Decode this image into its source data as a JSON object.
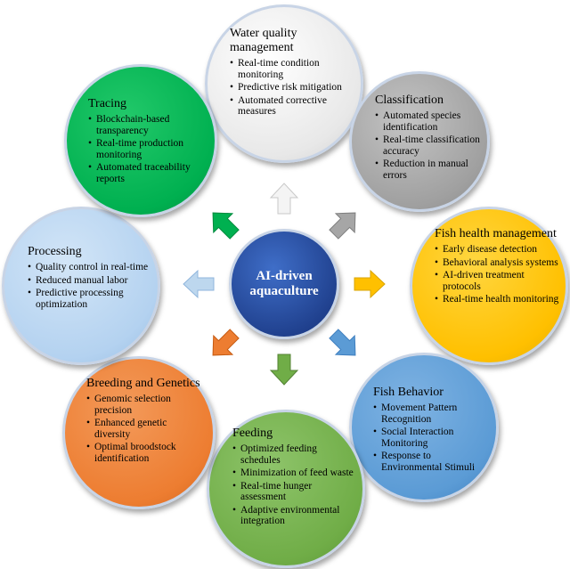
{
  "center": {
    "label": "AI-driven aquaculture"
  },
  "nodes": {
    "water": {
      "title": "Water quality management",
      "items": [
        "Real-time condition monitoring",
        "Predictive risk mitigation",
        "Automated corrective measures"
      ],
      "color": "#f2f2f2"
    },
    "classification": {
      "title": "Classification",
      "items": [
        "Automated species identification",
        "Real-time classification accuracy",
        "Reduction in manual errors"
      ],
      "color": "#a6a6a6"
    },
    "health": {
      "title": "Fish health management",
      "items": [
        "Early disease detection",
        "Behavioral analysis systems",
        "AI-driven treatment protocols",
        "Real-time health monitoring"
      ],
      "color": "#ffc000"
    },
    "behavior": {
      "title": "Fish Behavior",
      "items": [
        "Movement Pattern Recognition",
        "Social Interaction Monitoring",
        "Response to Environmental Stimuli"
      ],
      "color": "#5b9bd5"
    },
    "feeding": {
      "title": "Feeding",
      "items": [
        "Optimized feeding schedules",
        "Minimization of feed waste",
        "Real-time hunger assessment",
        "Adaptive environmental integration"
      ],
      "color": "#70ad47"
    },
    "breeding": {
      "title": "Breeding and Genetics",
      "items": [
        "Genomic selection precision",
        "Enhanced genetic diversity",
        "Optimal broodstock identification"
      ],
      "color": "#ed7d31"
    },
    "processing": {
      "title": "Processing",
      "items": [
        "Quality control in real-time",
        "Reduced manual labor",
        "Predictive processing optimization"
      ],
      "color": "#b4d2f0"
    },
    "tracing": {
      "title": "Tracing",
      "items": [
        "Blockchain-based transparency",
        "Real-time production monitoring",
        "Automated traceability reports"
      ],
      "color": "#00b050"
    }
  }
}
